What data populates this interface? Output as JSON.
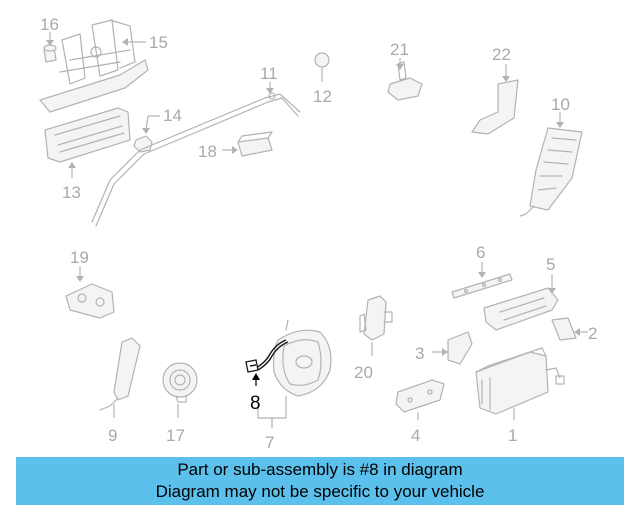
{
  "diagram": {
    "highlighted_part": "8",
    "labels": {
      "p1": "1",
      "p2": "2",
      "p3": "3",
      "p4": "4",
      "p5": "5",
      "p6": "6",
      "p7": "7",
      "p8": "8",
      "p9": "9",
      "p10": "10",
      "p11": "11",
      "p12": "12",
      "p13": "13",
      "p14": "14",
      "p15": "15",
      "p16": "16",
      "p17": "17",
      "p18": "18",
      "p19": "19",
      "p20": "20",
      "p21": "21",
      "p22": "22"
    },
    "colors": {
      "part_line": "#b3b3b3",
      "label": "#a9a9a9",
      "highlight": "#1a1a1a",
      "banner": "#5bc0eb"
    }
  },
  "banner": {
    "line1": "Part or sub-assembly is #8 in diagram",
    "line2": "Diagram may not be specific to your vehicle"
  }
}
